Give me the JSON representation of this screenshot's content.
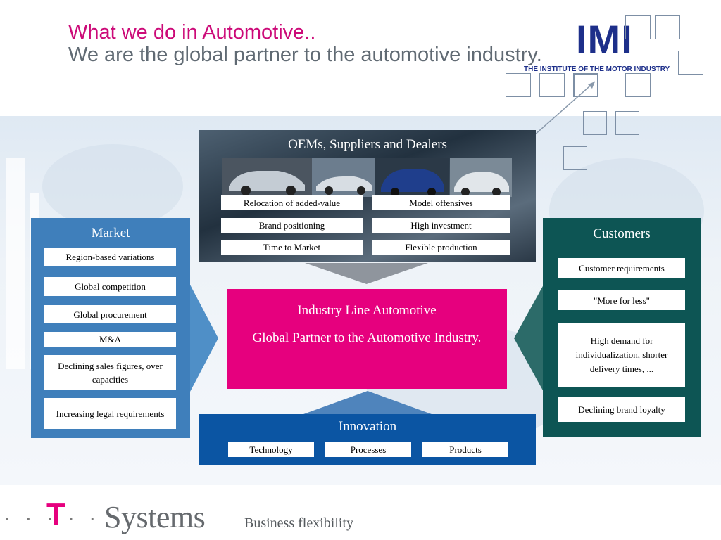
{
  "header": {
    "title": "What we do in Automotive..",
    "subtitle": "We are the global partner to the automotive industry."
  },
  "logo": {
    "name": "IMI",
    "tagline": "THE INSTITUTE OF THE MOTOR INDUSTRY"
  },
  "oem": {
    "title": "OEMs, Suppliers and Dealers",
    "items": [
      "Relocation of added-value",
      "Model offensives",
      "Brand positioning",
      "High investment",
      "Time to Market",
      "Flexible production"
    ]
  },
  "market": {
    "title": "Market",
    "items": [
      "Region-based variations",
      "Global competition",
      "Global procurement",
      "M&A",
      "Declining sales figures, over capacities",
      "Increasing legal requirements"
    ]
  },
  "center": {
    "line1": "Industry Line Automotive",
    "line2": "Global Partner to the Automotive Industry."
  },
  "customers": {
    "title": "Customers",
    "items": [
      "Customer requirements",
      "\"More for less\"",
      "High demand for individualization, shorter delivery times, ...",
      "Declining brand loyalty"
    ]
  },
  "innovation": {
    "title": "Innovation",
    "items": [
      "Technology",
      "Processes",
      "Products"
    ]
  },
  "footer": {
    "dots": "· · · · ·",
    "t_logo": "T",
    "company": "Systems",
    "slogan": "Business flexibility"
  },
  "colors": {
    "title_magenta": "#cc0a78",
    "subtitle_gray": "#606a73",
    "market_blue": "#3f7fbb",
    "customers_teal": "#0d5554",
    "center_magenta": "#e6007e",
    "innovation_blue": "#0b55a3",
    "imi_navy": "#1d2f8a"
  }
}
